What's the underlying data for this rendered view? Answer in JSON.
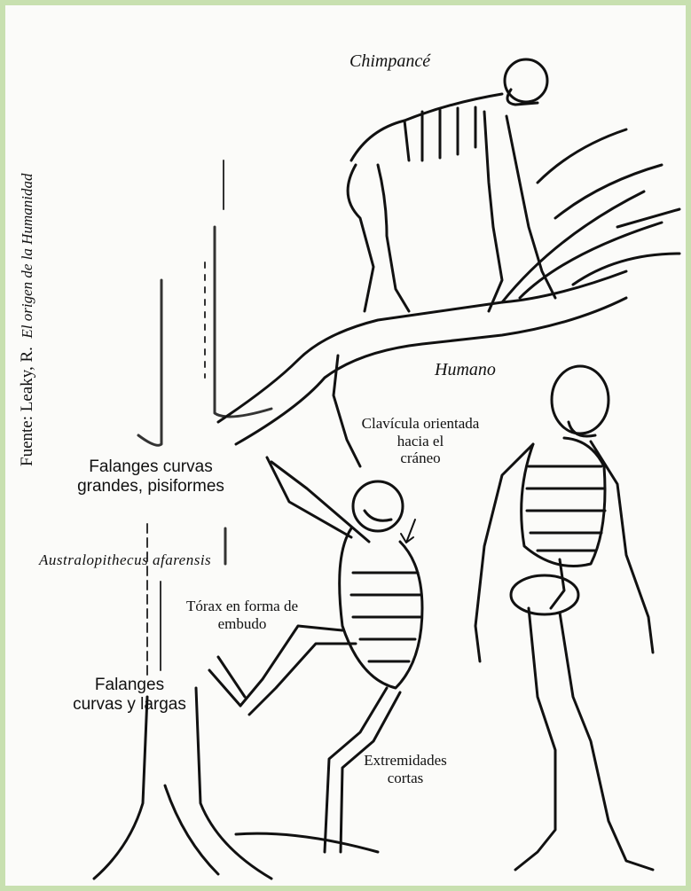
{
  "figure": {
    "source_author": "Fuente: Leaky, R.",
    "source_title": "El origen de la Humanidad",
    "labels": {
      "chimp": "Chimpancé",
      "human": "Humano",
      "species": "Australopithecus afarensis",
      "clavicle": [
        "Clavícula orientada",
        "hacia el",
        "cráneo"
      ],
      "phalanges_top": [
        "Falanges curvas",
        "grandes, pisiformes"
      ],
      "thorax": [
        "Tórax en forma de",
        "embudo"
      ],
      "phalanges_bottom": [
        "Falanges",
        "curvas y largas"
      ],
      "limbs": [
        "Extremidades",
        "cortas"
      ]
    }
  },
  "colors": {
    "border": "#c8e0b0",
    "ink": "#111111",
    "paper": "#fbfbf9"
  }
}
